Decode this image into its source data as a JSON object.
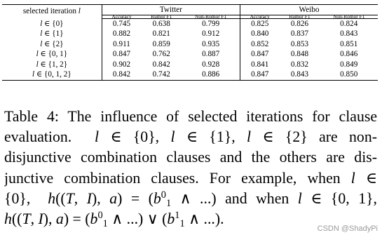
{
  "table": {
    "corner_header": "selected iteration l",
    "groups": [
      "Twitter",
      "Weibo"
    ],
    "columns": [
      "Accuracy",
      "Rumor F1",
      "Non-Romor F1",
      "Accuracy",
      "Rumor F1",
      "Non-Romor F1"
    ],
    "rows": [
      {
        "label": "l ∈ {0}",
        "values": [
          "0.745",
          "0.638",
          "0.799",
          "0.825",
          "0.826",
          "0.824"
        ],
        "bold": false
      },
      {
        "label": "l ∈ {1}",
        "values": [
          "0.882",
          "0.821",
          "0.912",
          "0.840",
          "0.837",
          "0.843"
        ],
        "bold": false
      },
      {
        "label": "l ∈ {2}",
        "values": [
          "0.911",
          "0.859",
          "0.935",
          "0.852",
          "0.853",
          "0.851"
        ],
        "bold": true
      },
      {
        "label": "l ∈ {0, 1}",
        "values": [
          "0.847",
          "0.762",
          "0.887",
          "0.847",
          "0.848",
          "0.846"
        ],
        "bold": false
      },
      {
        "label": "l ∈ {1, 2}",
        "values": [
          "0.902",
          "0.842",
          "0.928",
          "0.841",
          "0.832",
          "0.849"
        ],
        "bold": false
      },
      {
        "label": "l ∈ {0, 1, 2}",
        "values": [
          "0.842",
          "0.742",
          "0.886",
          "0.847",
          "0.843",
          "0.850"
        ],
        "bold": false
      }
    ]
  },
  "caption": {
    "label": "Table 4:",
    "text": "The influence of selected iterations for clause evaluation. l ∈ {0}, l ∈ {1}, l ∈ {2} are non-disjunctive combination clauses and the others are disjunctive combination clauses. For example, when l ∈ {0}, h((T, I), a) = (b₁⁰ ∧ ...) and when l ∈ {0, 1}, h((T, I), a) = (b₁⁰ ∧ ...) ∨ (b₁¹ ∧ ...)."
  },
  "watermark": "CSDN @ShadyPi"
}
